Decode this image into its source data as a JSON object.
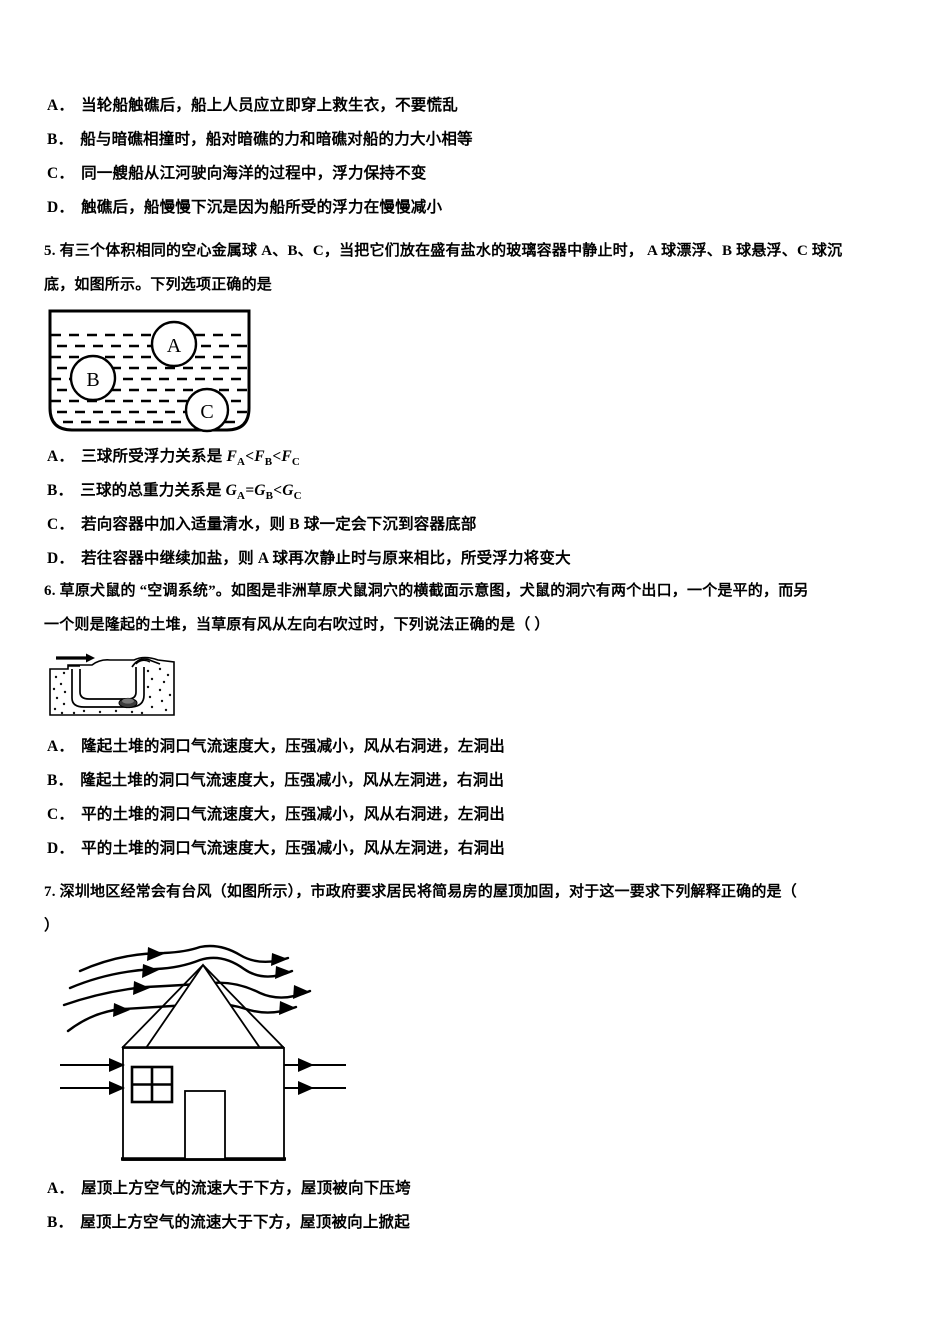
{
  "document": {
    "type": "physics-exam-worksheet",
    "language": "zh-CN"
  },
  "question_4_options": [
    {
      "label": "A．",
      "text": "当轮船触礁后，船上人员应立即穿上救生衣，不要慌乱"
    },
    {
      "label": "B．",
      "text": "船与暗礁相撞时，船对暗礁的力和暗礁对船的力大小相等"
    },
    {
      "label": "C．",
      "text": "同一艘船从江河驶向海洋的过程中，浮力保持不变"
    },
    {
      "label": "D．",
      "text": "触礁后，船慢慢下沉是因为船所受的浮力在慢慢减小"
    }
  ],
  "question_5": {
    "number": "5.",
    "stem_line1": "有三个体积相同的空心金属球 A、B、C，当把它们放在盛有盐水的玻璃容器中静止时， A 球漂浮、B 球悬浮、C 球沉",
    "stem_line2": "底，如图所示。下列选项正确的是",
    "figure": {
      "name": "salt-water-vessel-with-three-balls",
      "ball_top_label": "A",
      "ball_mid_label": "B",
      "ball_bottom_label": "C",
      "liquid": "盐水"
    },
    "options": [
      {
        "label": "A．",
        "prefix": "三球所受浮力关系是 ",
        "formula_parts": [
          "F",
          "A",
          "<",
          "F",
          "B",
          "<",
          "F",
          "C"
        ]
      },
      {
        "label": "B．",
        "prefix": "三球的总重力关系是 ",
        "formula_parts": [
          "G",
          "A",
          "=",
          "G",
          "B",
          "<",
          "G",
          "C"
        ]
      },
      {
        "label": "C．",
        "text": "若向容器中加入适量清水，则 B 球一定会下沉到容器底部"
      },
      {
        "label": "D．",
        "text": "若往容器中继续加盐，则 A 球再次静止时与原来相比，所受浮力将变大"
      }
    ]
  },
  "question_6": {
    "number": "6.",
    "stem_line1": "草原犬鼠的 “空调系统”。如图是非洲草原犬鼠洞穴的横截面示意图，犬鼠的洞穴有两个出口，一个是平的，而另",
    "stem_line2": "一个则是隆起的土堆，当草原有风从左向右吹过时，下列说法正确的是（    ）",
    "figure": {
      "name": "prairie-dog-burrow-cross-section"
    },
    "options": [
      {
        "label": "A．",
        "text": "隆起土堆的洞口气流速度大，压强减小，风从右洞进，左洞出"
      },
      {
        "label": "B．",
        "text": "隆起土堆的洞口气流速度大，压强减小，风从左洞进，右洞出"
      },
      {
        "label": "C．",
        "text": "平的土堆的洞口气流速度大，压强减小，风从右洞进，左洞出"
      },
      {
        "label": "D．",
        "text": "平的土堆的洞口气流速度大，压强减小，风从左洞进，右洞出"
      }
    ]
  },
  "question_7": {
    "number": "7.",
    "stem_line1": "深圳地区经常会有台风（如图所示），市政府要求居民将简易房的屋顶加固，对于这一要求下列解释正确的是（",
    "stem_line2": "）",
    "figure": {
      "name": "house-with-typhoon-airflow"
    },
    "options": [
      {
        "label": "A．",
        "text": "屋顶上方空气的流速大于下方，屋顶被向下压垮"
      },
      {
        "label": "B．",
        "text": "屋顶上方空气的流速大于下方，屋顶被向上掀起"
      }
    ]
  },
  "colors": {
    "ink": "#000000",
    "paper": "#ffffff"
  }
}
